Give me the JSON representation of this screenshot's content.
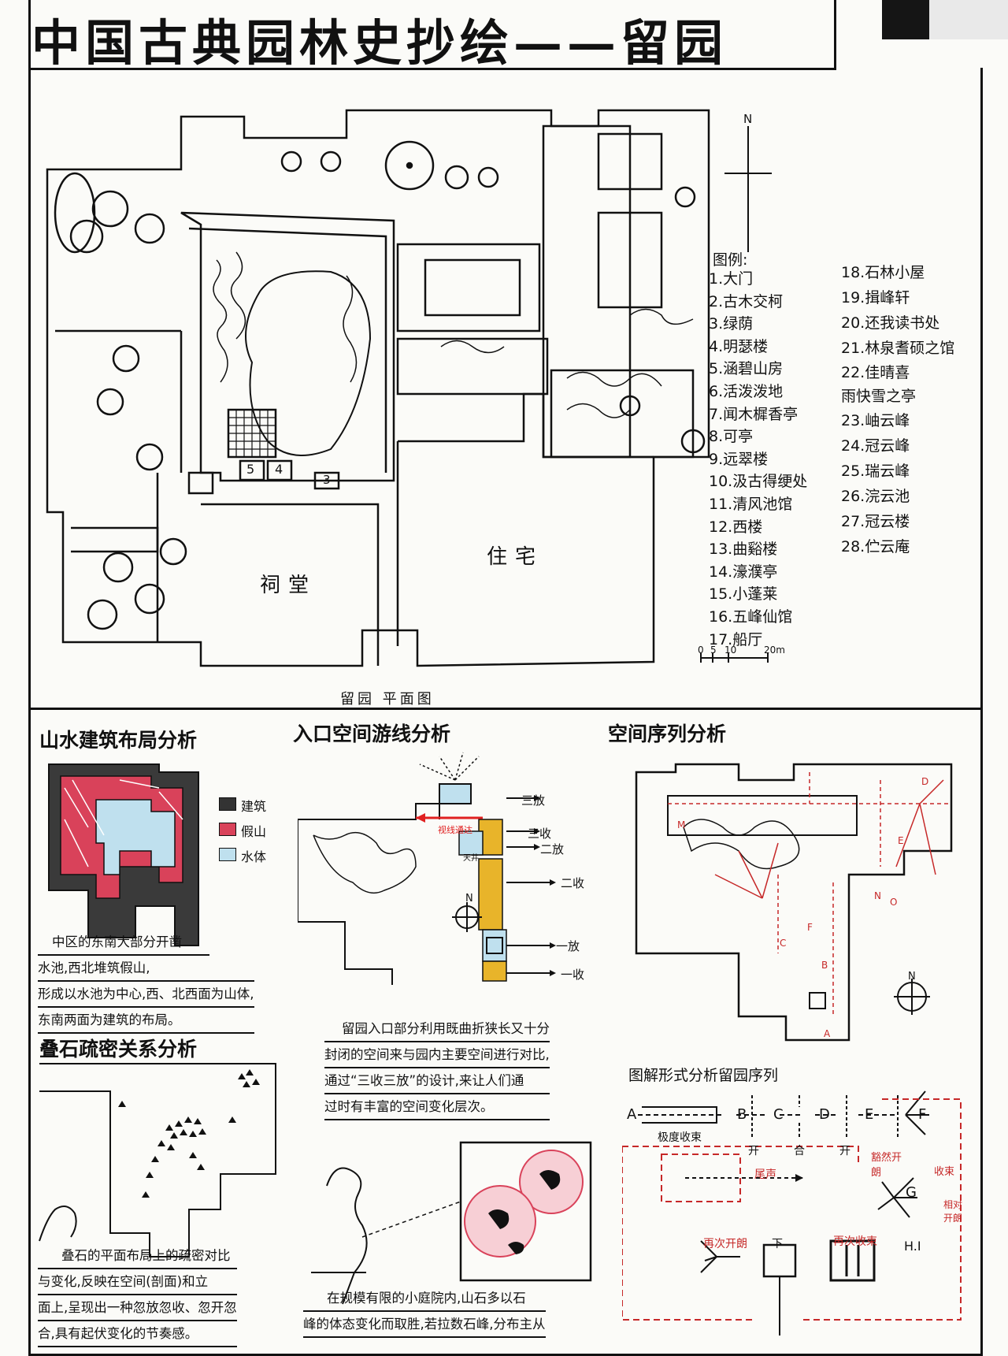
{
  "title": "中国古典园林史抄绘——留园",
  "plan": {
    "caption": "留园 平面图",
    "north": "N",
    "label_ancestral": "祠堂",
    "label_residence": "住宅",
    "scale": [
      "0",
      "5",
      "10",
      "20m"
    ],
    "room_numbers": [
      "5",
      "4",
      "3"
    ],
    "legend_title": "图例:",
    "legend_col1": [
      "1.大门",
      "2.古木交柯",
      "3.绿荫",
      "4.明瑟楼",
      "5.涵碧山房",
      "6.活泼泼地",
      "7.闻木樨香亭",
      "8.可亭",
      "9.远翠楼",
      "10.汲古得绠处",
      "11.清风池馆",
      "12.西楼",
      "13.曲谿楼",
      "14.濠濮亭",
      "15.小蓬莱",
      "16.五峰仙馆",
      "17.船厅"
    ],
    "legend_col2": [
      "18.石林小屋",
      "19.揖峰轩",
      "20.还我读书处",
      "21.林泉耆硕之馆",
      "22.佳晴喜雨快雪之亭",
      "23.岫云峰",
      "24.冠云峰",
      "25.瑞云峰",
      "26.浣云池",
      "27.冠云楼",
      "28.伫云庵"
    ]
  },
  "analysis1": {
    "title": "山水建筑布局分析",
    "legend": [
      "建筑",
      "假山",
      "水体"
    ],
    "colors": {
      "building": "#333333",
      "rock": "#d9425a",
      "water": "#bfe0ee"
    },
    "notes": [
      "中区的东南大部分开凿",
      "水池,西北堆筑假山,",
      "形成以水池为中心,西、北西面为山体,",
      "东南两面为建筑的布局。"
    ]
  },
  "analysis2": {
    "title": "叠石疏密关系分析",
    "notes": [
      "叠石的平面布局上的疏密对比",
      "与变化,反映在空间(剖面)和立",
      "面上,呈现出一种忽放忽收、忽开忽",
      "合,具有起伏变化的节奏感。"
    ]
  },
  "analysis3": {
    "title": "入口空间游线分析",
    "labels": [
      "三放",
      "三收",
      "二放",
      "二收",
      "一放",
      "一收"
    ],
    "sight_label": "视线通达",
    "yard_label": "天井",
    "north": "N",
    "colors": {
      "yellow": "#e8b42a",
      "blue": "#bfe0ee",
      "red": "#e02020"
    },
    "notes": [
      "留园入口部分利用既曲折狭长又十分",
      "封闭的空间来与园内主要空间进行对比,",
      "通过“三收三放”的设计,来让人们通",
      "过时有丰富的空间变化层次。"
    ],
    "bottom_note": [
      "在规模有限的小庭院内,山石多以石",
      "峰的体态变化而取胜,若拉数石峰,分布主从"
    ]
  },
  "analysis4": {
    "title": "空间序列分析",
    "north": "N",
    "subtitle": "图解形式分析留园序列",
    "seq": [
      "A",
      "B",
      "C",
      "D",
      "E",
      "F",
      "G",
      "H.I"
    ],
    "seq_notes": [
      "极度收束",
      "开",
      "合",
      "开",
      "豁然开朗",
      "收束",
      "相对开朗",
      "尾声",
      "再次开朗",
      "下",
      "再次收束"
    ],
    "letters_map": [
      "M",
      "N",
      "O",
      "F",
      "B",
      "A",
      "C",
      "D",
      "E"
    ]
  }
}
